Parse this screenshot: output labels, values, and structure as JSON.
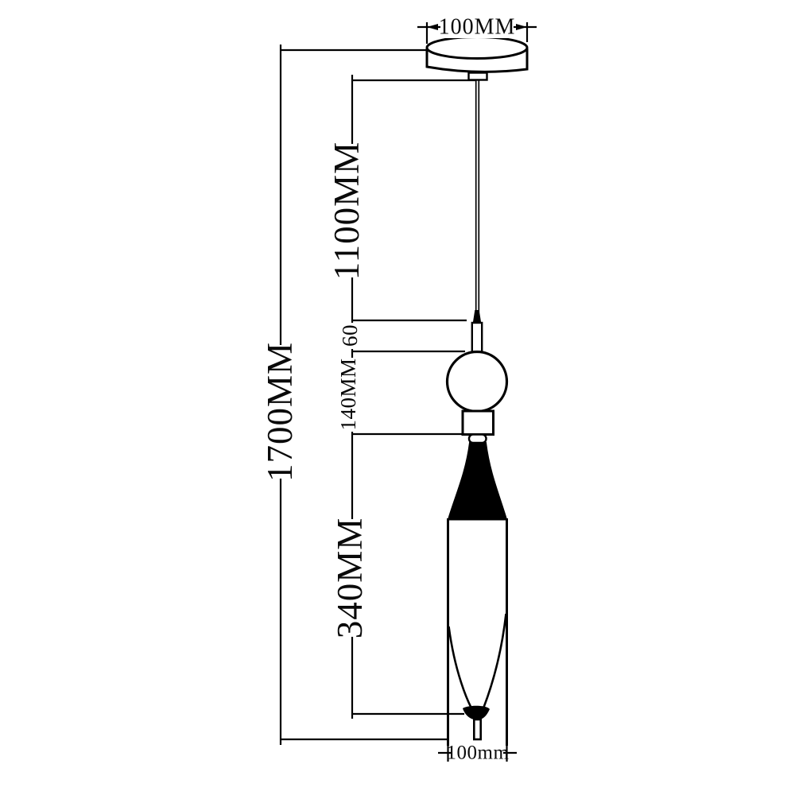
{
  "drawing": {
    "type": "pendant-light-dimension-diagram",
    "labels": {
      "canopy_diameter": "100MM",
      "suspension_length": "1100MM",
      "socket_height": "60",
      "ball_assembly_height": "140MM",
      "shade_height": "340MM",
      "total_height": "1700MM",
      "shade_diameter": "100mm"
    },
    "colors": {
      "line": "#000000",
      "background": "#ffffff",
      "shade_fill": "#000000"
    }
  }
}
